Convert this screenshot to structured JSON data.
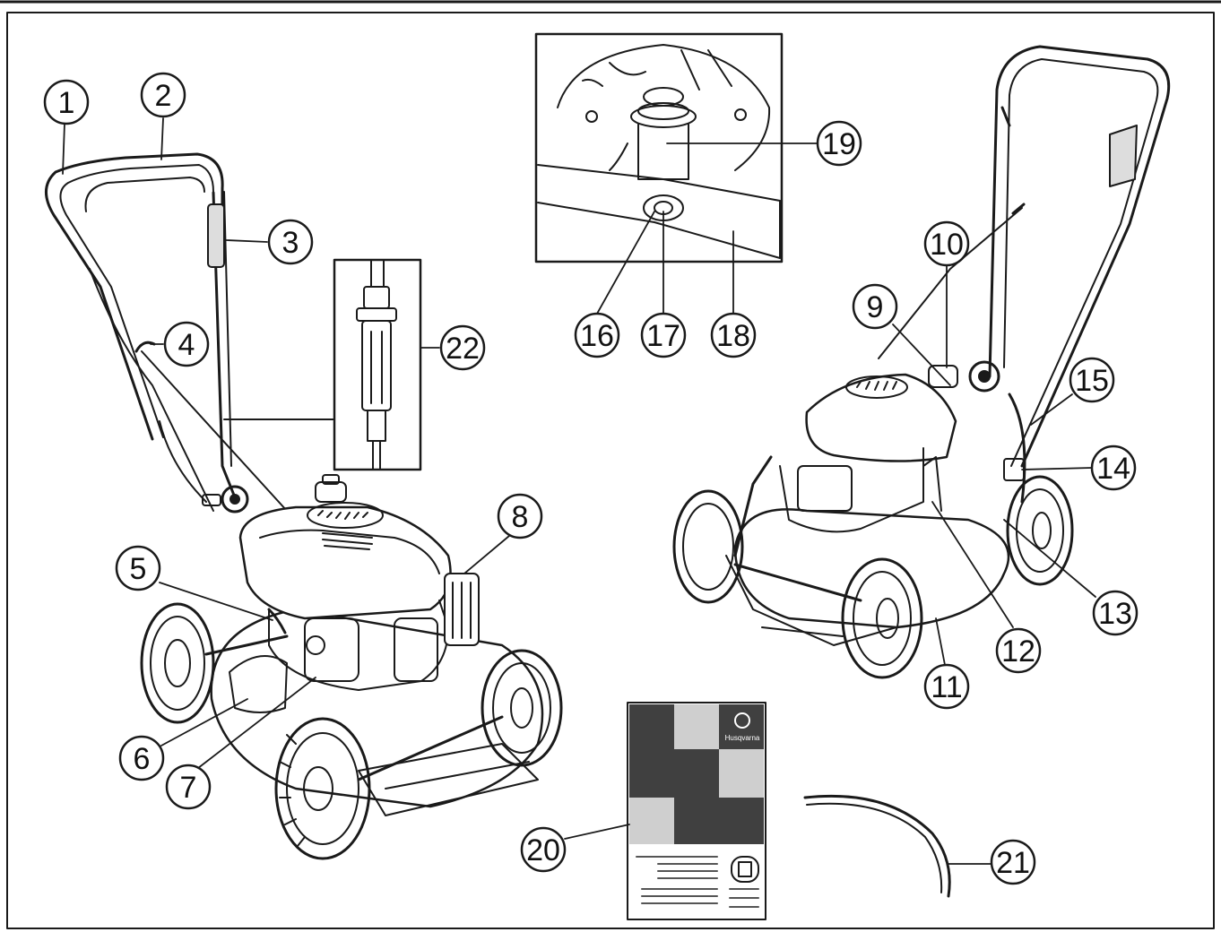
{
  "callouts": [
    {
      "id": "c1",
      "text": "1"
    },
    {
      "id": "c2",
      "text": "2"
    },
    {
      "id": "c3",
      "text": "3"
    },
    {
      "id": "c4",
      "text": "4"
    },
    {
      "id": "c5",
      "text": "5"
    },
    {
      "id": "c6",
      "text": "6"
    },
    {
      "id": "c7",
      "text": "7"
    },
    {
      "id": "c8",
      "text": "8"
    },
    {
      "id": "c9",
      "text": "9"
    },
    {
      "id": "c10",
      "text": "10"
    },
    {
      "id": "c11",
      "text": "11"
    },
    {
      "id": "c12",
      "text": "12"
    },
    {
      "id": "c13",
      "text": "13"
    },
    {
      "id": "c14",
      "text": "14"
    },
    {
      "id": "c15",
      "text": "15"
    },
    {
      "id": "c16",
      "text": "16"
    },
    {
      "id": "c17",
      "text": "17"
    },
    {
      "id": "c18",
      "text": "18"
    },
    {
      "id": "c19",
      "text": "19"
    },
    {
      "id": "c20",
      "text": "20"
    },
    {
      "id": "c21",
      "text": "21"
    },
    {
      "id": "c22",
      "text": "22"
    }
  ],
  "manual": {
    "brand": "Husqvarna"
  },
  "colors": {
    "line": "#1a1a1a",
    "manual_dark": "#404040",
    "manual_light": "#cfcfcf",
    "background": "#ffffff"
  }
}
